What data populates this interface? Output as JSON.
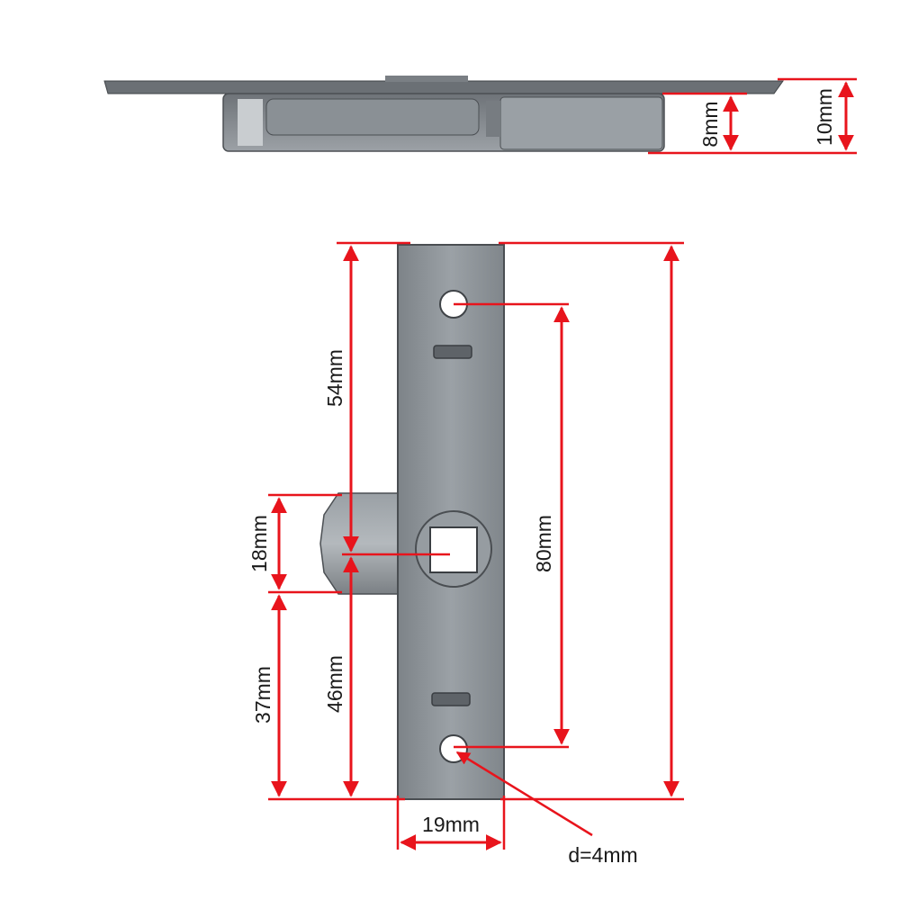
{
  "dimensions": {
    "side_depth_inner": "8mm",
    "side_depth_outer": "10mm",
    "top_to_spindle": "54mm",
    "latch_bolt_height": "18mm",
    "bolt_to_bottom": "37mm",
    "spindle_to_bottom": "46mm",
    "hole_spacing": "80mm",
    "plate_width": "19mm",
    "hole_diameter": "d=4mm"
  },
  "colors": {
    "dimension_line": "#e8141c",
    "metal": "#8e949a",
    "metal_dark": "#5c6166",
    "text": "#1a1a1a"
  }
}
